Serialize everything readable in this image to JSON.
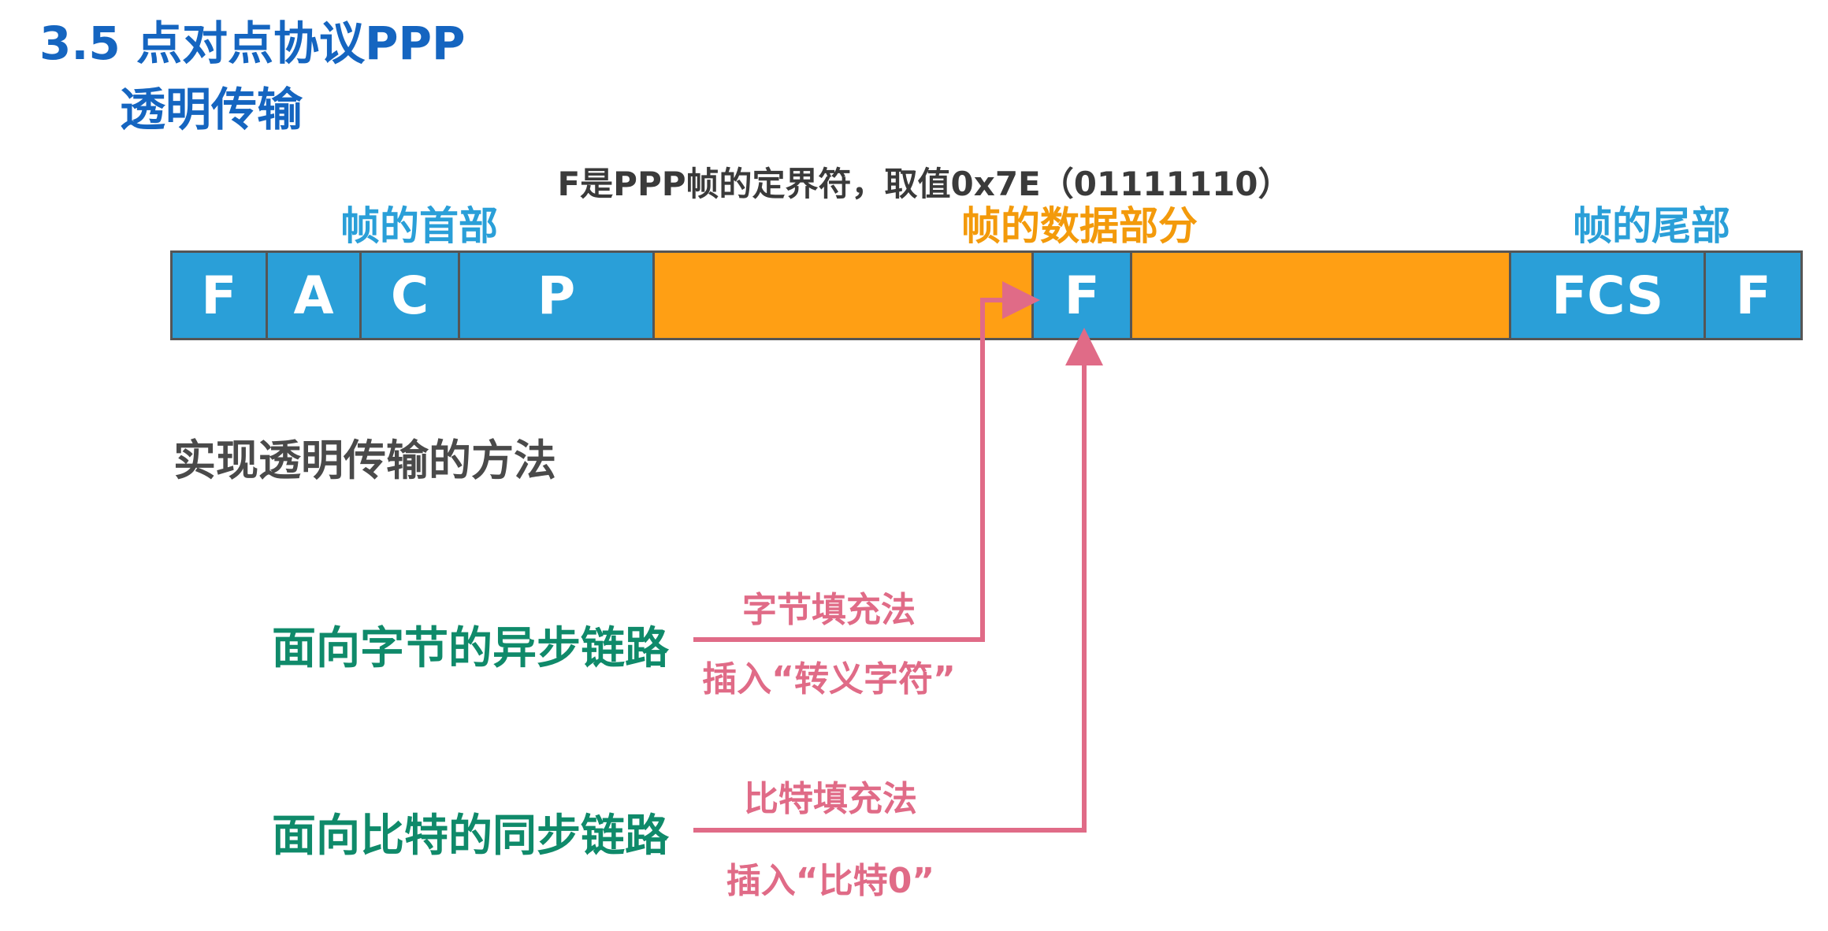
{
  "title": {
    "main": "3.5 点对点协议PPP",
    "sub": "透明传输"
  },
  "flag_note": "F是PPP帧的定界符，取值0x7E（01111110）",
  "labels": {
    "header": "帧的首部",
    "data": "帧的数据部分",
    "trailer": "帧的尾部"
  },
  "frame": {
    "cells": [
      {
        "name": "F",
        "label": "F",
        "kind": "header"
      },
      {
        "name": "A",
        "label": "A",
        "kind": "header"
      },
      {
        "name": "C",
        "label": "C",
        "kind": "header"
      },
      {
        "name": "P",
        "label": "P",
        "kind": "header"
      },
      {
        "name": "data-left",
        "label": "",
        "kind": "data"
      },
      {
        "name": "F-in-data",
        "label": "F",
        "kind": "header"
      },
      {
        "name": "data-right",
        "label": "",
        "kind": "data"
      },
      {
        "name": "FCS",
        "label": "FCS",
        "kind": "header"
      },
      {
        "name": "F-end",
        "label": "F",
        "kind": "header"
      }
    ]
  },
  "methods": {
    "title": "实现透明传输的方法",
    "async": {
      "link": "面向字节的异步链路",
      "method": "字节填充法",
      "detail": "插入“转义字符”"
    },
    "sync": {
      "link": "面向比特的同步链路",
      "method": "比特填充法",
      "detail": "插入“比特0”"
    }
  },
  "colors": {
    "title": "#1565c0",
    "header_blue": "#2a9fd8",
    "data_orange": "#ff9f14",
    "arrow_pink": "#e06b87",
    "link_green": "#0f8a6a"
  }
}
